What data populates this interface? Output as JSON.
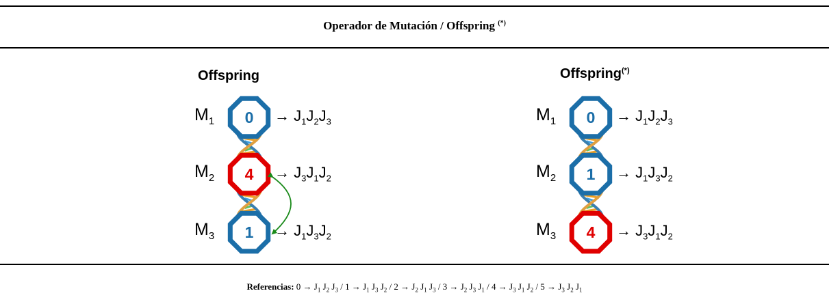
{
  "header": {
    "title": "Operador de Mutación / Offspring",
    "title_mark": "(*)"
  },
  "panels": [
    {
      "title": "Offspring",
      "title_mark": "",
      "machines": [
        {
          "label": "M",
          "sub": "1",
          "gene": "0",
          "color": "#1b6ea8",
          "sequence": [
            {
              "j": "J",
              "s": "1"
            },
            {
              "j": "J",
              "s": "2"
            },
            {
              "j": "J",
              "s": "3"
            }
          ]
        },
        {
          "label": "M",
          "sub": "2",
          "gene": "4",
          "color": "#e00000",
          "sequence": [
            {
              "j": "J",
              "s": "3"
            },
            {
              "j": "J",
              "s": "1"
            },
            {
              "j": "J",
              "s": "2"
            }
          ]
        },
        {
          "label": "M",
          "sub": "3",
          "gene": "1",
          "color": "#1b6ea8",
          "sequence": [
            {
              "j": "J",
              "s": "1"
            },
            {
              "j": "J",
              "s": "3"
            },
            {
              "j": "J",
              "s": "2"
            }
          ]
        }
      ],
      "swap_arrow": true
    },
    {
      "title": "Offspring",
      "title_mark": "(*)",
      "machines": [
        {
          "label": "M",
          "sub": "1",
          "gene": "0",
          "color": "#1b6ea8",
          "sequence": [
            {
              "j": "J",
              "s": "1"
            },
            {
              "j": "J",
              "s": "2"
            },
            {
              "j": "J",
              "s": "3"
            }
          ]
        },
        {
          "label": "M",
          "sub": "2",
          "gene": "1",
          "color": "#1b6ea8",
          "sequence": [
            {
              "j": "J",
              "s": "1"
            },
            {
              "j": "J",
              "s": "3"
            },
            {
              "j": "J",
              "s": "2"
            }
          ]
        },
        {
          "label": "M",
          "sub": "3",
          "gene": "4",
          "color": "#e00000",
          "sequence": [
            {
              "j": "J",
              "s": "3"
            },
            {
              "j": "J",
              "s": "1"
            },
            {
              "j": "J",
              "s": "2"
            }
          ]
        }
      ],
      "swap_arrow": false
    }
  ],
  "arrow_glyph": "→",
  "colors": {
    "blue": "#1b6ea8",
    "red": "#e00000",
    "green": "#1a8a1a"
  },
  "references": {
    "label": "Referencias:",
    "items": [
      {
        "code": "0",
        "seq": [
          "1",
          "2",
          "3"
        ]
      },
      {
        "code": "1",
        "seq": [
          "1",
          "3",
          "2"
        ]
      },
      {
        "code": "2",
        "seq": [
          "2",
          "1",
          "3"
        ]
      },
      {
        "code": "3",
        "seq": [
          "2",
          "3",
          "1"
        ]
      },
      {
        "code": "4",
        "seq": [
          "3",
          "1",
          "2"
        ]
      },
      {
        "code": "5",
        "seq": [
          "3",
          "2",
          "1"
        ]
      }
    ]
  }
}
